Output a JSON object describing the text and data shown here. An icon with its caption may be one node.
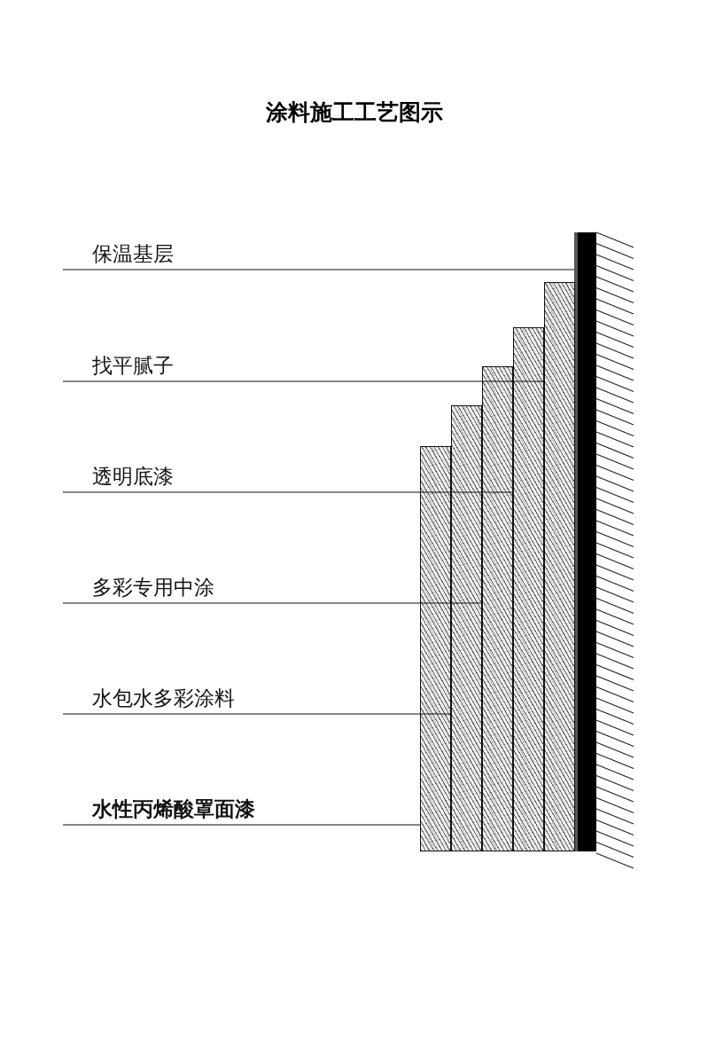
{
  "diagram": {
    "title": "涂料施工工艺图示",
    "nodes": [
      {
        "text": [
          "保温基层"
        ]
      },
      {
        "text": [
          "找平腻子"
        ]
      },
      {
        "text": [
          "透明底漆"
        ]
      },
      {
        "text": [
          "多彩专用中涂"
        ]
      },
      {
        "text": [
          "水包水多彩涂料"
        ]
      },
      {
        "text": [
          "水性丙烯酸罩面漆"
        ]
      },
      {
        "text": [],
        "shape": "bar"
      },
      {
        "text": [],
        "shape": "bar"
      },
      {
        "text": [],
        "shape": "bar"
      },
      {
        "text": [],
        "shape": "bar"
      },
      {
        "text": [],
        "shape": "bar"
      },
      {
        "text": [],
        "shape": "bar"
      }
    ],
    "edges": [
      {
        "from": 0,
        "to": 6,
        "arrow": "none"
      },
      {
        "from": 1,
        "to": 7,
        "arrow": "none"
      },
      {
        "from": 2,
        "to": 8,
        "arrow": "none"
      },
      {
        "from": 3,
        "to": 9,
        "arrow": "none"
      },
      {
        "from": 4,
        "to": 10,
        "arrow": "none"
      },
      {
        "from": 5,
        "to": 11,
        "arrow": "none"
      }
    ]
  }
}
